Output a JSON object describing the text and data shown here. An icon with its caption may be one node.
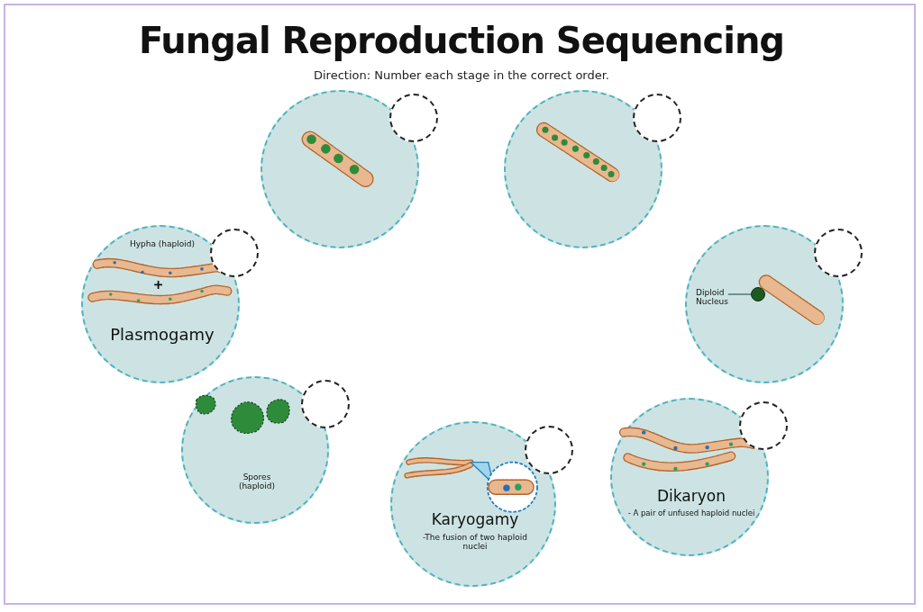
{
  "diagram": {
    "title": "Fungal Reproduction Sequencing",
    "caption": "Direction: Number each stage in the correct order.",
    "nodes": [
      {
        "text": [],
        "shape": "circle"
      },
      {
        "text": [],
        "shape": "circle"
      },
      {
        "text": [
          "Hypha (haploid)",
          "Plasmogamy"
        ]
      },
      {
        "text": [],
        "shape": "circle"
      },
      {
        "text": [
          "Diploid Nucleus"
        ],
        "in": 3
      },
      {
        "text": [],
        "shape": "circle",
        "in": 3
      },
      {
        "text": [
          "Spores (haploid)"
        ]
      },
      {
        "text": [
          "Karyogamy",
          "-The fusion of two haploid nuclei"
        ]
      },
      {
        "text": [
          "Dikaryon",
          "- A pair of unfused haploid nuclei"
        ]
      }
    ],
    "edges": [
      {
        "from": 4,
        "to": 5,
        "arrow": "none"
      }
    ]
  }
}
